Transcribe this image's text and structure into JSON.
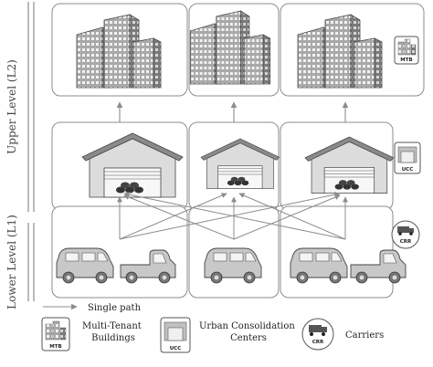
{
  "levels": {
    "upper": "Upper Level (L2)",
    "lower": "Lower Level (L1)"
  },
  "badges": {
    "mtb": "MTB",
    "ucc": "UCC",
    "crr": "CRR"
  },
  "legend": {
    "single_path": "Single path",
    "mtb_line1": "Multi-Tenant",
    "mtb_line2": "Buildings",
    "ucc_line1": "Urban Consolidation",
    "ucc_line2": "Centers",
    "carriers": "Carriers"
  },
  "colors": {
    "building_front": "#a9a9a9",
    "building_side": "#7a7a7a",
    "roof": "#8a8a8a",
    "wall": "#dcdcdc",
    "van": "#c8c8c8",
    "arrow": "#8c8c8c",
    "box_stroke": "#8c8c8c"
  }
}
